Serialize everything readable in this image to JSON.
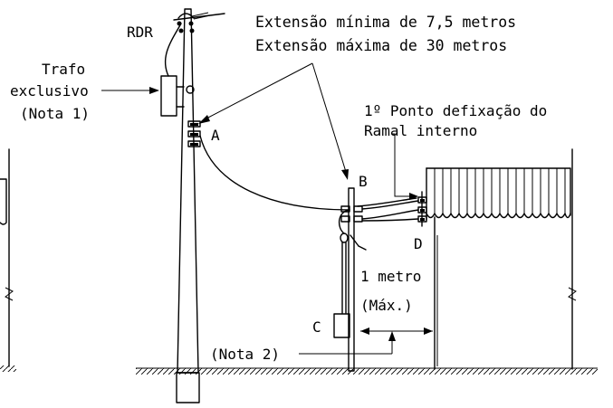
{
  "labels": {
    "rdr": "RDR",
    "trafo_line1": "Trafo",
    "trafo_line2": "exclusivo",
    "trafo_line3": "(Nota 1)",
    "ext_min": "Extensão mínima de 7,5 metros",
    "ext_max": "Extensão máxima de 30 metros",
    "ponto_line1": "1º Ponto defixação do",
    "ponto_line2": "Ramal interno",
    "point_a": "A",
    "point_b": "B",
    "point_c": "C",
    "point_d": "D",
    "metro_line1": "1 metro",
    "metro_line2": "(Máx.)",
    "nota2": "(Nota 2)"
  }
}
